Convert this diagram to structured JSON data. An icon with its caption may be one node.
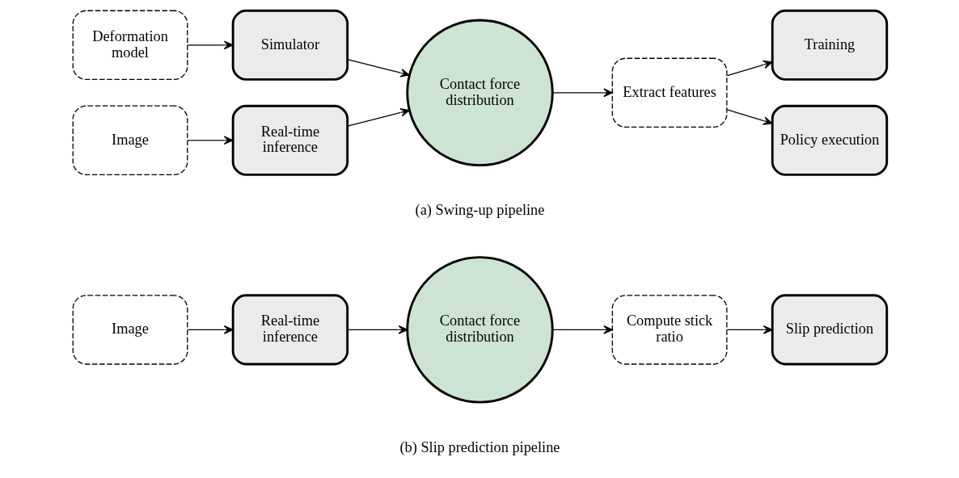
{
  "diagram": {
    "nodes": [
      {
        "text": [
          "Deformation model"
        ]
      },
      {
        "text": [
          "Simulator"
        ]
      },
      {
        "text": [
          "Image"
        ]
      },
      {
        "text": [
          "Real-time inference"
        ]
      },
      {
        "text": [
          "Contact force distribution"
        ]
      },
      {
        "text": [
          "Extract features"
        ]
      },
      {
        "text": [
          "Training"
        ]
      },
      {
        "text": [
          "Policy execution"
        ]
      },
      {
        "text": [
          "Image"
        ]
      },
      {
        "text": [
          "Real-time inference"
        ]
      },
      {
        "text": [
          "Contact force distribution"
        ]
      },
      {
        "text": [
          "Compute stick ratio"
        ]
      },
      {
        "text": [
          "Slip prediction"
        ]
      }
    ],
    "edges": [
      {
        "from": 0,
        "to": 1,
        "arrow": "to"
      },
      {
        "from": 2,
        "to": 3,
        "arrow": "to"
      },
      {
        "from": 1,
        "to": 4,
        "arrow": "to"
      },
      {
        "from": 3,
        "to": 4,
        "arrow": "to"
      },
      {
        "from": 4,
        "to": 5,
        "arrow": "to"
      },
      {
        "from": 5,
        "to": 6,
        "arrow": "to"
      },
      {
        "from": 5,
        "to": 7,
        "arrow": "to"
      },
      {
        "from": 8,
        "to": 9,
        "arrow": "to"
      },
      {
        "from": 9,
        "to": 10,
        "arrow": "to"
      },
      {
        "from": 10,
        "to": 11,
        "arrow": "to"
      },
      {
        "from": 11,
        "to": 12,
        "arrow": "to"
      }
    ],
    "labels": [
      "(a) Swing-up pipeline",
      "(b) Slip prediction pipeline"
    ]
  }
}
